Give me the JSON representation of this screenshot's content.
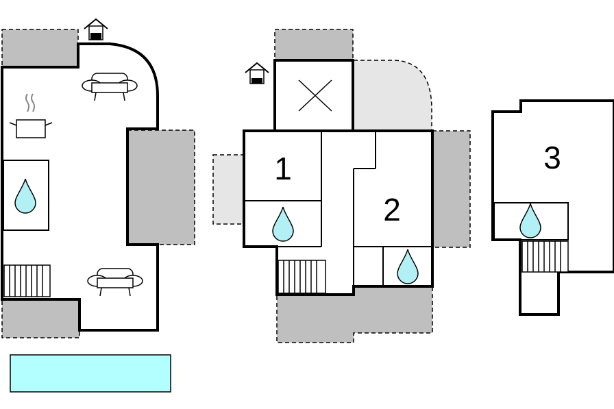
{
  "floor_plan": {
    "rooms": [
      {
        "id": "bedroom-1",
        "label": "1"
      },
      {
        "id": "bedroom-2",
        "label": "2"
      },
      {
        "id": "bedroom-3",
        "label": "3"
      }
    ],
    "colors": {
      "wall": "#000000",
      "terrace": "#bfbfbf",
      "terrace_light": "#e6e6e6",
      "water": "#b3f0f5",
      "pool": "#b3ffff"
    },
    "icons": [
      "entrance-icon",
      "sofa-icon",
      "cooking-pot-icon",
      "water-drop-icon",
      "staircase-icon",
      "void-cross-icon",
      "swimming-pool-icon"
    ]
  }
}
